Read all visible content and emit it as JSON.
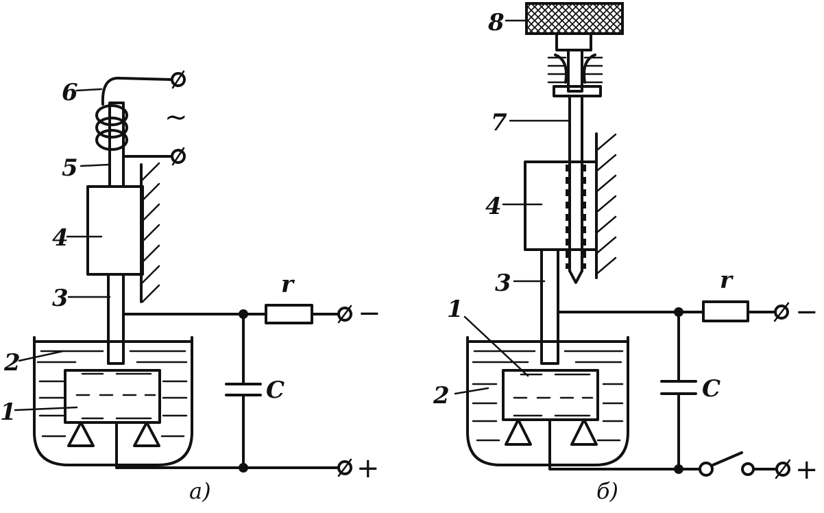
{
  "figures": [
    {
      "id": "a",
      "caption": "а)",
      "parts": [
        "1",
        "2",
        "3",
        "4",
        "5",
        "6"
      ],
      "resistor": "r",
      "capacitor": "C",
      "terminal_neg": "−",
      "terminal_pos": "+",
      "ac_symbol": "~",
      "terminal_circle": "⌀"
    },
    {
      "id": "b",
      "caption": "б)",
      "parts": [
        "1",
        "2",
        "3",
        "4",
        "7",
        "8"
      ],
      "resistor": "r",
      "capacitor": "C",
      "terminal_neg": "−",
      "terminal_pos": "+",
      "terminal_circle": "⌀"
    }
  ]
}
